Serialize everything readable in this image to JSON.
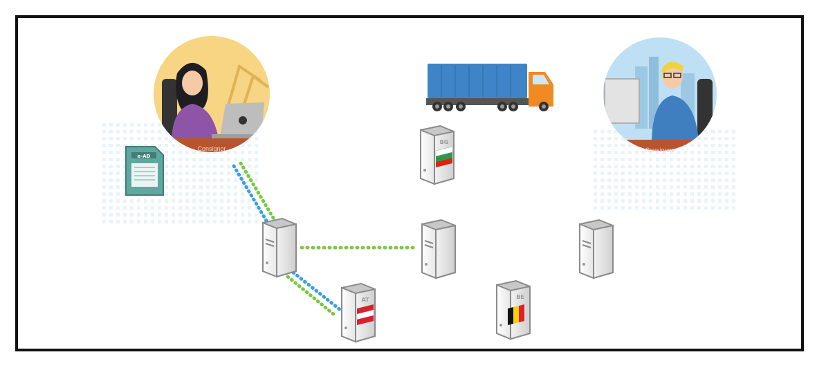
{
  "participants": {
    "consignor": {
      "label": "Consignor"
    },
    "consignee": {
      "label": "Consignee"
    }
  },
  "document": {
    "tag": "e-AD"
  },
  "country_codes": {
    "bulgaria": "BG",
    "austria": "AT",
    "belgium": "BE"
  },
  "colors": {
    "link_green": "#7ac943",
    "link_blue": "#3aa0e0",
    "trailer": "#3e84c6",
    "cab": "#f08a24",
    "document": "#5fa8a0",
    "consignor_sky": "#f7d583",
    "consignee_sky": "#bfe0f4",
    "desk": "#b8552e"
  }
}
